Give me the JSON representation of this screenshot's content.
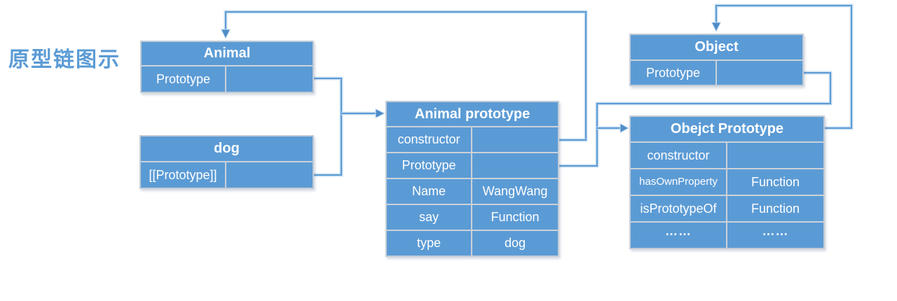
{
  "title": "原型链图示",
  "colors": {
    "accent": "#5B9BD5",
    "box-fill": "#5B9BD5",
    "box-border": "#C2CBD6",
    "grid-line": "#CBD1D8",
    "connector": "#5B9BD5",
    "connector-halo": "#CADFF2",
    "arrow": "#4E8CC9",
    "text": "#FFFFFF",
    "title-color": "#5B9BD5"
  },
  "boxes": {
    "animal": {
      "header": "Animal",
      "rows": [
        [
          "Prototype",
          ""
        ]
      ]
    },
    "dog": {
      "header": "dog",
      "rows": [
        [
          "[[Prototype]]",
          ""
        ]
      ]
    },
    "animal_prototype": {
      "header": "Animal prototype",
      "rows": [
        [
          "constructor",
          ""
        ],
        [
          "Prototype",
          ""
        ],
        [
          "Name",
          "WangWang"
        ],
        [
          "say",
          "Function"
        ],
        [
          "type",
          "dog"
        ]
      ]
    },
    "object": {
      "header": "Object",
      "rows": [
        [
          "Prototype",
          ""
        ]
      ]
    },
    "object_prototype": {
      "header": "Obejct Prototype",
      "rows": [
        [
          "constructor",
          ""
        ],
        [
          "hasOwnProperty",
          "Function"
        ],
        [
          "isPrototypeOf",
          "Function"
        ],
        [
          "……",
          "……"
        ]
      ]
    }
  },
  "connectors": [
    {
      "from": "Animal.Prototype",
      "to": "Animal prototype"
    },
    {
      "from": "dog.[[Prototype]]",
      "to": "Animal prototype"
    },
    {
      "from": "Animal prototype.constructor",
      "to": "Animal"
    },
    {
      "from": "Animal prototype.Prototype",
      "to": "Obejct Prototype"
    },
    {
      "from": "Object.Prototype",
      "to": "Obejct Prototype"
    },
    {
      "from": "Obejct Prototype",
      "to": "Object"
    }
  ]
}
